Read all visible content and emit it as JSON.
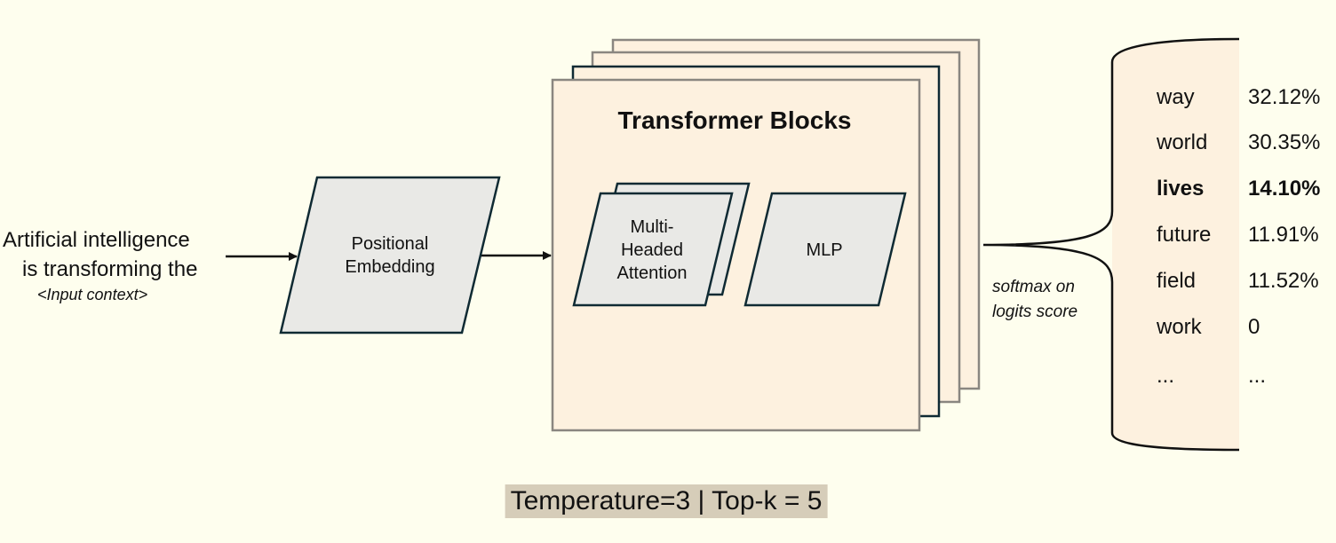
{
  "input": {
    "line1": "Artificial intelligence",
    "line2": "is transforming the",
    "hint": "<Input context>"
  },
  "positional_embedding": {
    "line1": "Positional",
    "line2": "Embedding"
  },
  "transformer": {
    "title": "Transformer Blocks",
    "attention": {
      "line1": "Multi-",
      "line2": "Headed",
      "line3": "Attention"
    },
    "mlp": "MLP"
  },
  "softmax": {
    "line1": "softmax on",
    "line2": "logits score"
  },
  "output_tokens": [
    {
      "token": "way",
      "prob": "32.12%",
      "selected": false
    },
    {
      "token": "world",
      "prob": "30.35%",
      "selected": false
    },
    {
      "token": "lives",
      "prob": "14.10%",
      "selected": true
    },
    {
      "token": "future",
      "prob": "11.91%",
      "selected": false
    },
    {
      "token": "field",
      "prob": "11.52%",
      "selected": false
    },
    {
      "token": "work",
      "prob": "0",
      "selected": false
    },
    {
      "token": "...",
      "prob": "...",
      "selected": false
    }
  ],
  "settings": "Temperature=3 | Top-k = 5",
  "colors": {
    "background": "#fefeee",
    "block_fill": "#fdf1df",
    "shape_fill": "#e9e9e6",
    "dark_stroke": "#0f2a33",
    "gray_stroke": "#8a8680",
    "settings_bg": "#d6cdb9"
  }
}
